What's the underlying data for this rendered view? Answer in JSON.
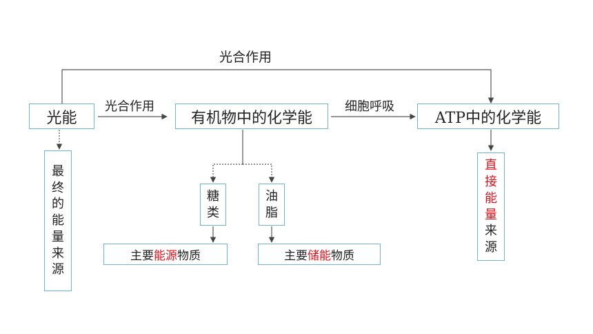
{
  "top_label": "光合作用",
  "arrow_label_1": "光合作用",
  "arrow_label_2": "细胞呼吸",
  "nodes": {
    "light_energy": "光能",
    "organic_chemical": "有机物中的化学能",
    "atp_chemical": "ATP中的化学能",
    "sugar": [
      "糖",
      "类"
    ],
    "fat": [
      "油",
      "脂"
    ],
    "ultimate_source": [
      "最",
      "终",
      "的",
      "能",
      "量",
      "来",
      "源"
    ],
    "direct_source": [
      "直",
      "接",
      "能",
      "量",
      "来",
      "源"
    ],
    "main_energy": {
      "prefix": "主要",
      "highlight": "能源",
      "suffix": "物质"
    },
    "main_storage": {
      "prefix": "主要",
      "highlight": "储能",
      "suffix": "物质"
    }
  },
  "colors": {
    "box_border": "#6fb3d2",
    "highlight": "#e0141e",
    "line": "#444444"
  }
}
